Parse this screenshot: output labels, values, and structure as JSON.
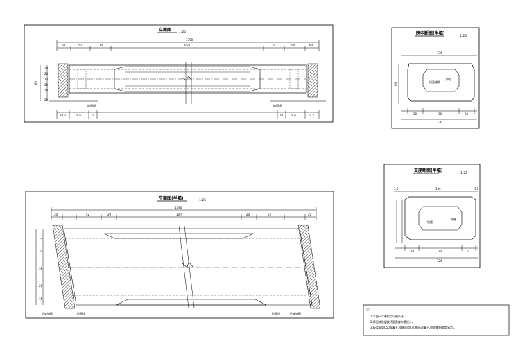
{
  "elevation": {
    "title": "立面图",
    "scale": "1:25",
    "dims_top": [
      "1390",
      "60",
      "52",
      "20",
      "10/4",
      "20",
      "54",
      "60"
    ],
    "dims_left": [
      "63",
      "10",
      "20",
      "13",
      "20",
      "10",
      "20"
    ],
    "dims_bottom": [
      "10.2",
      "29.6",
      "10",
      "29.6",
      "10",
      "10.2"
    ],
    "labels": [
      "地面线",
      "地面线"
    ]
  },
  "plan": {
    "title": "平面图(半幅)",
    "scale": "1:25",
    "dims_top": [
      "1390",
      "20",
      "52",
      "20",
      "10/4",
      "20",
      "52",
      "20"
    ],
    "dims_left": [
      "25",
      "20",
      "38",
      "20",
      "15"
    ],
    "labels": [
      "护坡铺砌",
      "地面线",
      "地面线",
      "护坡铺砌"
    ]
  },
  "section_a": {
    "title": "跨中断面(半幅)",
    "scale": "1:25",
    "dims": [
      "136",
      "63",
      "20",
      "30",
      "20",
      "136"
    ],
    "labels": [
      "桥面铺装",
      "护栏"
    ]
  },
  "section_b": {
    "title": "支座断面(半幅)",
    "scale": "1:25",
    "dims": [
      "3.5",
      "106",
      "3.5",
      "10",
      "30",
      "10",
      "126"
    ],
    "labels": [
      "铰缝",
      "铰缝"
    ]
  },
  "notes": {
    "title": "注:",
    "lines": [
      "1.本图尺寸单位均以厘米计。",
      "2.桥面铺装层按桥面宽度布置设计。",
      "3.板梁采用C50混凝土,铰缝采用C40细石混凝土,桥面铺装厚度 8cm。"
    ]
  }
}
